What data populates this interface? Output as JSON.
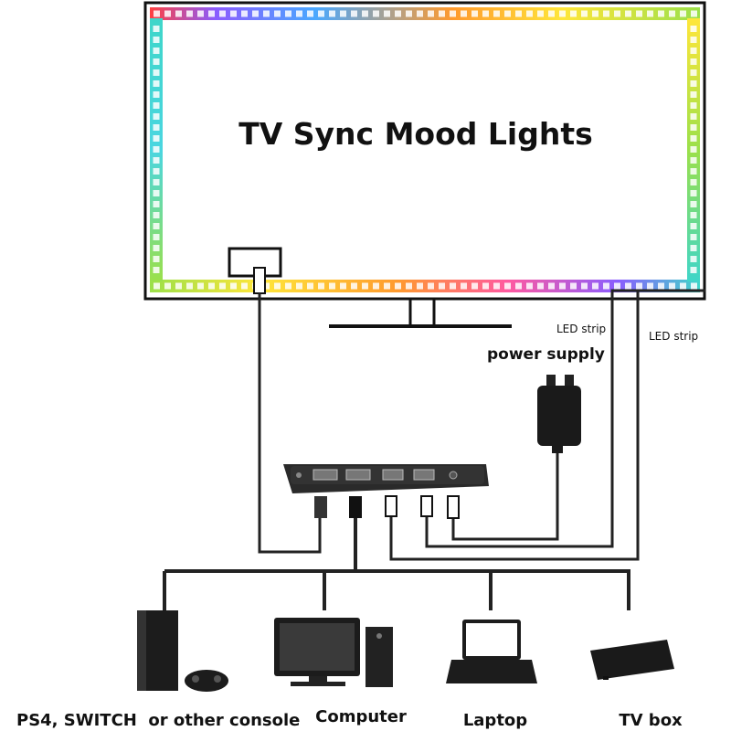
{
  "title": "TV Sync Mood Lights",
  "labels": {
    "led_strip_1": "LED strip",
    "led_strip_2": "LED strip",
    "power_supply": "power supply"
  },
  "devices": [
    {
      "label": "PS4, SWITCH  or other console",
      "icon": "game-console-icon"
    },
    {
      "label": "Computer",
      "icon": "desktop-computer-icon"
    },
    {
      "label": "Laptop",
      "icon": "laptop-icon"
    },
    {
      "label": "TV box",
      "icon": "tv-box-icon"
    }
  ],
  "colors": {
    "led_rainbow": [
      "#ff3b3b",
      "#ff9a2e",
      "#ffe63a",
      "#8ee04a",
      "#3fd6c9",
      "#4a7dff",
      "#b24aff"
    ],
    "cable": "#222222",
    "frame": "#111111"
  }
}
